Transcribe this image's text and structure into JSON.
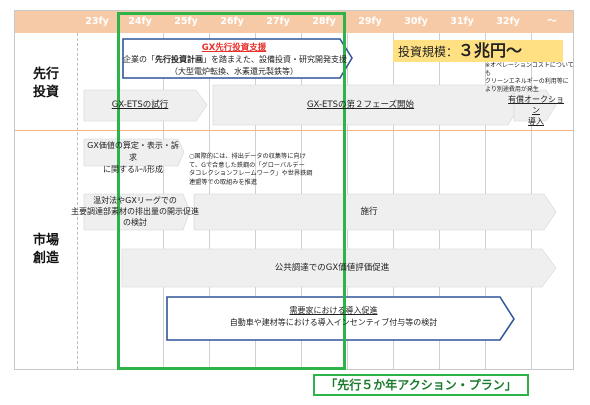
{
  "years": [
    "23fy",
    "24fy",
    "25fy",
    "26fy",
    "27fy",
    "28fy",
    "29fy",
    "30fy",
    "31fy",
    "32fy",
    "〜"
  ],
  "rows": {
    "upfront": [
      "先行",
      "投資"
    ],
    "market": [
      "市場",
      "創造"
    ]
  },
  "upfront_support": {
    "title": "GX先行投資支援",
    "line1_pre": "企業の「",
    "line1_bold": "先行投資計画",
    "line1_post": "」を踏まえた、設備投資・研究開発支援",
    "line2": "（大型電炉転換、水素還元製鉄等）"
  },
  "investment_scale": {
    "label": "投資規模：",
    "value": "３兆円〜",
    "note_lines": [
      "※オペレーションコストについても",
      "クリーンエネルギーの利用等に",
      "より別途費用が発生"
    ]
  },
  "gx_ets_trial": "GX-ETSの試行",
  "gx_ets_phase2": "GX-ETSの第２フェーズ開始",
  "paid_auction": [
    "有償オークション",
    "導入"
  ],
  "gx_value_box": [
    "GX価値の算定・表示・訴求",
    "に関するﾙｰﾙ形成"
  ],
  "intl_note": [
    "○国際的には、排出データの収集等に向け",
    "て、Gで合意した鉄鋼の「グローバルデー",
    "タコレクションフレームワーク」や世界鉄鋼",
    "連盟等での取組みを推進"
  ],
  "disclosure_box": [
    "温対法やGXリーグでの",
    "主要調達部素材の排出量の開示促進",
    "の検討"
  ],
  "enforcement": "施行",
  "public_procurement": "公共調達でのGX価値評価促進",
  "demand_side": {
    "title": "需要家における導入促進",
    "detail": "自動車や建材等における導入インセンティブ付与等の検討"
  },
  "action_plan": "「先行５か年アクション・プラン」",
  "colors": {
    "header_bg": "#f6c9a7",
    "green_frame": "#2eb34a",
    "blue_arrow": "#2f5597",
    "highlight": "#ffe082",
    "red_title": "#e8302a"
  }
}
